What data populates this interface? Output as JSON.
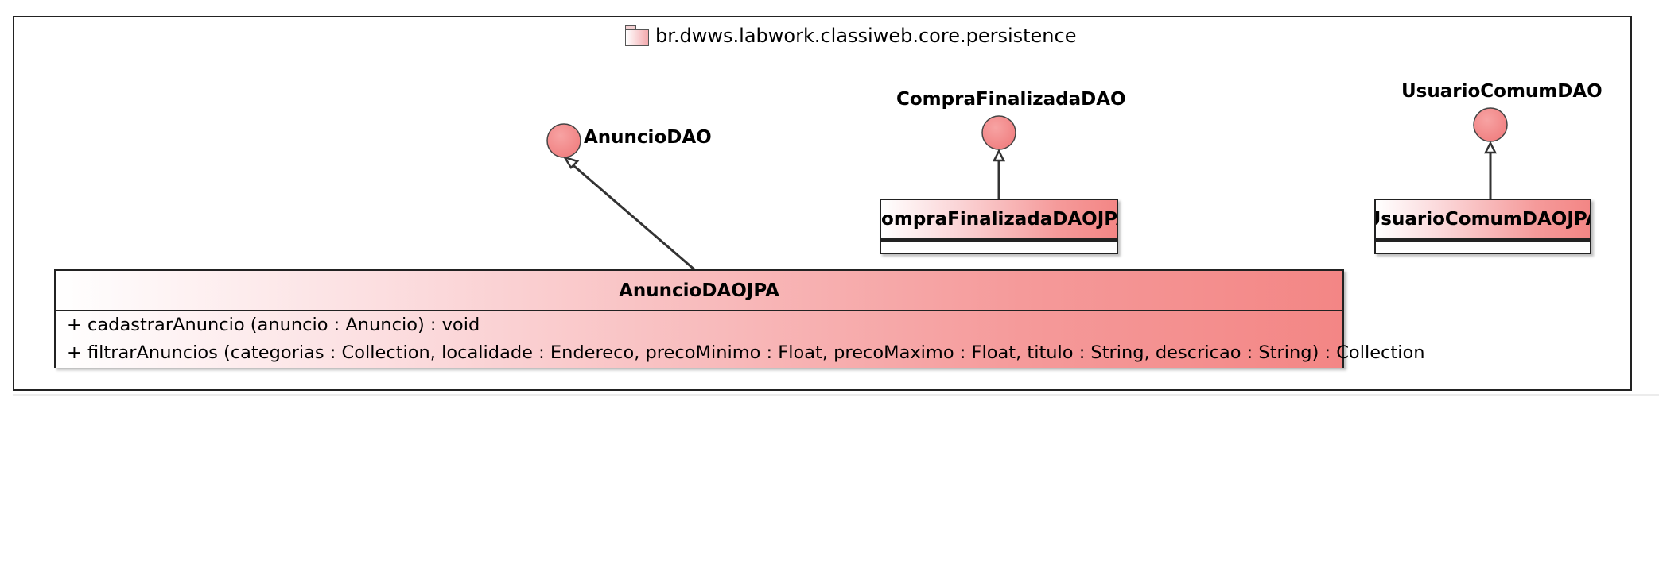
{
  "package": {
    "name": "br.dwws.labwork.classiweb.core.persistence",
    "icon": "package-icon"
  },
  "interfaces": [
    {
      "id": "anuncio",
      "name": "AnuncioDAO"
    },
    {
      "id": "compra",
      "name": "CompraFinalizadaDAO"
    },
    {
      "id": "usuario",
      "name": "UsuarioComumDAO"
    }
  ],
  "classes": [
    {
      "id": "anuncio_jpa",
      "name": "AnuncioDAOJPA",
      "operations": [
        "+ cadastrarAnuncio (anuncio : Anuncio) : void",
        "+ filtrarAnuncios (categorias : Collection, localidade : Endereco, precoMinimo : Float, precoMaximo : Float, titulo : String, descricao : String) : Collection"
      ]
    },
    {
      "id": "compra_jpa",
      "name": "CompraFinalizadaDAOJPA",
      "operations": []
    },
    {
      "id": "usuario_jpa",
      "name": "UsuarioComumDAOJPA",
      "operations": []
    }
  ],
  "realizations": [
    {
      "from": "AnuncioDAOJPA",
      "to": "AnuncioDAO"
    },
    {
      "from": "CompraFinalizadaDAOJPA",
      "to": "CompraFinalizadaDAO"
    },
    {
      "from": "UsuarioComumDAOJPA",
      "to": "UsuarioComumDAO"
    }
  ],
  "colors": {
    "interface_fill": "#f38a8a",
    "class_gradient_end": "#f38685",
    "line": "#333333"
  }
}
